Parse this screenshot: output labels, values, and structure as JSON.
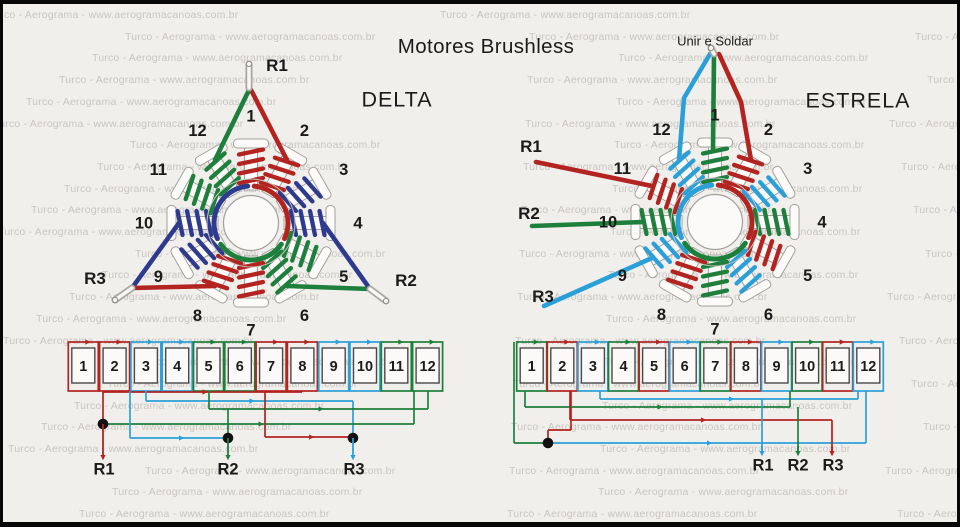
{
  "title": "Motores Brushless",
  "watermark": {
    "text": "Turco - Aerograma - www.aerogramacanoas.com.br"
  },
  "colors": {
    "red": "#b3231f",
    "green": "#1d7f3b",
    "blue": "#2e3a8d",
    "cyan": "#2ba0d8",
    "background": "#f1efec",
    "watermark": "#c9c6c1",
    "frame": "#070707",
    "ink": "#1b1b1b",
    "pole_outline": "#a3a09c",
    "junction": "#111111"
  },
  "delta_stator": {
    "label": "DELTA",
    "slot_numbers": [
      "1",
      "2",
      "3",
      "4",
      "5",
      "6",
      "7",
      "8",
      "9",
      "10",
      "11",
      "12"
    ],
    "slot_phases": [
      "red",
      "red",
      "blue",
      "blue",
      "green",
      "green",
      "red",
      "red",
      "blue",
      "blue",
      "green",
      "green"
    ],
    "terminals": [
      {
        "label": "R1"
      },
      {
        "label": "R2"
      },
      {
        "label": "R3"
      }
    ]
  },
  "estrela_stator": {
    "label": "ESTRELA",
    "join_label": "Unir e Soldar",
    "slot_numbers": [
      "1",
      "2",
      "3",
      "4",
      "5",
      "6",
      "7",
      "8",
      "9",
      "10",
      "11",
      "12"
    ],
    "slot_phases": [
      "green",
      "red",
      "cyan",
      "green",
      "red",
      "cyan",
      "green",
      "red",
      "cyan",
      "green",
      "red",
      "cyan"
    ],
    "terminals": [
      {
        "label": "R1",
        "phase": "red"
      },
      {
        "label": "R2",
        "phase": "green"
      },
      {
        "label": "R3",
        "phase": "cyan"
      }
    ]
  },
  "delta_winding": {
    "coil_numbers": [
      "1",
      "2",
      "3",
      "4",
      "5",
      "6",
      "7",
      "8",
      "9",
      "10",
      "11",
      "12"
    ],
    "coil_phases": [
      "red",
      "red",
      "cyan",
      "cyan",
      "green",
      "green",
      "red",
      "red",
      "cyan",
      "cyan",
      "green",
      "green"
    ],
    "terminals": [
      {
        "label": "R1",
        "phase": "red"
      },
      {
        "label": "R2",
        "phase": "green"
      },
      {
        "label": "R3",
        "phase": "cyan"
      }
    ]
  },
  "estrela_winding": {
    "coil_numbers": [
      "1",
      "2",
      "3",
      "4",
      "5",
      "6",
      "7",
      "8",
      "9",
      "10",
      "11",
      "12"
    ],
    "coil_phases": [
      "green",
      "red",
      "cyan",
      "green",
      "red",
      "cyan",
      "green",
      "red",
      "cyan",
      "green",
      "red",
      "cyan"
    ],
    "terminals": [
      {
        "label": "R1",
        "phase": "cyan"
      },
      {
        "label": "R2",
        "phase": "green"
      },
      {
        "label": "R3",
        "phase": "red"
      }
    ]
  }
}
